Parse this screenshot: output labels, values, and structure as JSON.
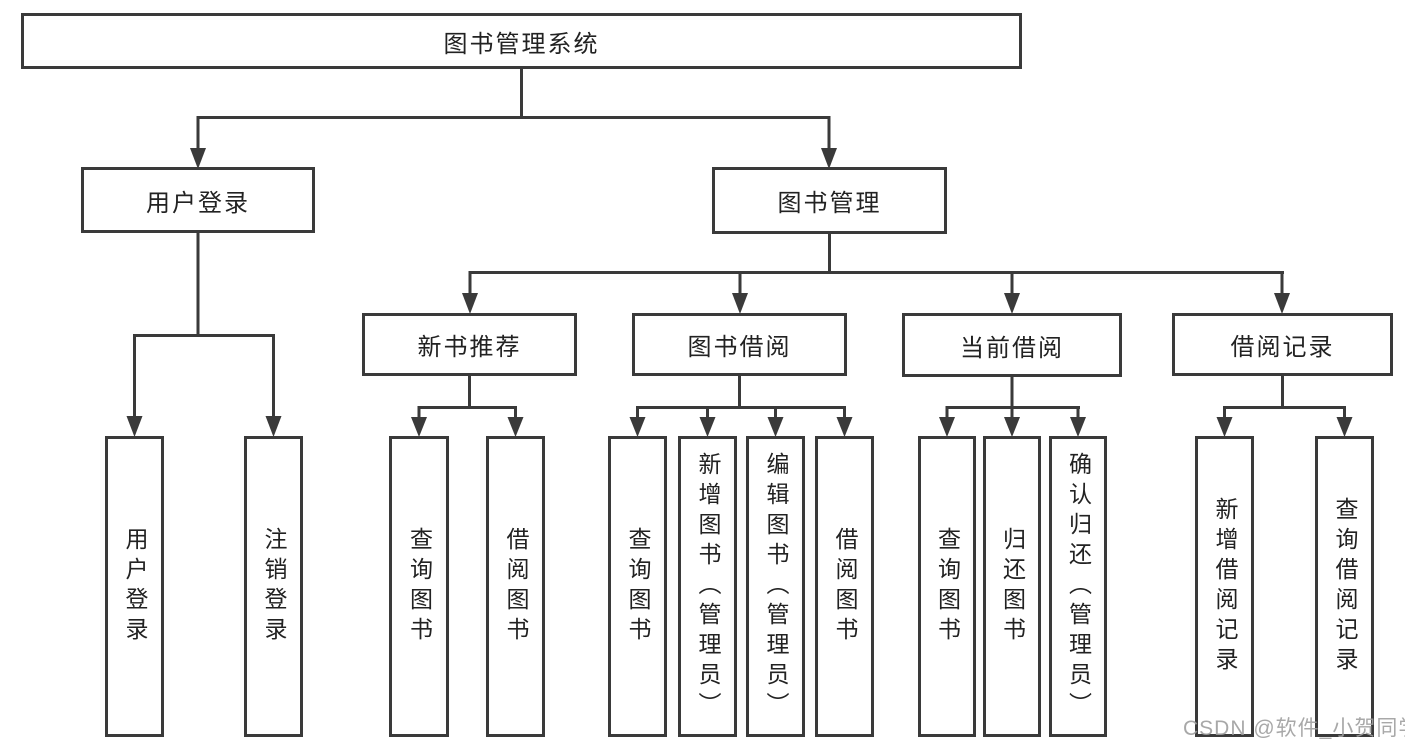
{
  "diagram": {
    "root": "图书管理系统",
    "branches": [
      {
        "label": "用户登录",
        "leaves": [
          "用户登录",
          "注销登录"
        ]
      },
      {
        "label": "图书管理",
        "children": [
          {
            "label": "新书推荐",
            "leaves": [
              "查询图书",
              "借阅图书"
            ]
          },
          {
            "label": "图书借阅",
            "leaves": [
              "查询图书",
              "新增图书（管理员）",
              "编辑图书（管理员）",
              "借阅图书"
            ]
          },
          {
            "label": "当前借阅",
            "leaves": [
              "查询图书",
              "归还图书",
              "确认归还（管理员）"
            ]
          },
          {
            "label": "借阅记录",
            "leaves": [
              "新增借阅记录",
              "查询借阅记录"
            ]
          }
        ]
      }
    ]
  },
  "watermark": {
    "text": "CSDN @软件_小贺同学"
  },
  "colors": {
    "line": "#3a3a3a",
    "box_border": "#3a3a3a",
    "text": "#222222",
    "watermark": "#9e9e9e",
    "background": "#ffffff"
  }
}
